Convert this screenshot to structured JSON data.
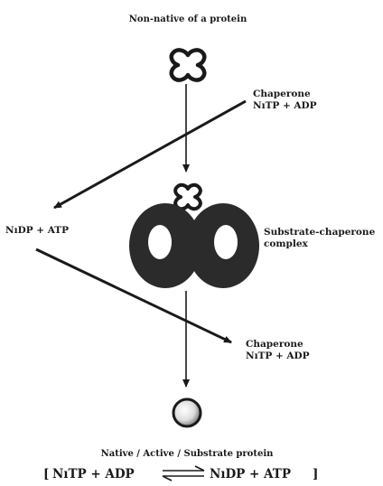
{
  "diagram": {
    "top_label": "Non-native of a protein",
    "chaperone_in_top": {
      "line1": "Chaperone",
      "line2": "NıTP + ADP"
    },
    "left_label": "NıDP + ATP",
    "complex_label": {
      "line1": "Substrate-chaperone",
      "line2": "complex"
    },
    "chaperone_out_bottom": {
      "line1": "Chaperone",
      "line2": "NıTP + ADP"
    },
    "bottom_label": "Native / Active / Substrate protein",
    "equation": {
      "open_bracket": "[",
      "left": "NıTP + ADP",
      "right": "NıDP + ATP",
      "close_bracket": "]"
    },
    "colors": {
      "ink": "#1a1a1a",
      "ring_fill": "#2b2b2b",
      "hole_fill": "#ffffff"
    }
  }
}
